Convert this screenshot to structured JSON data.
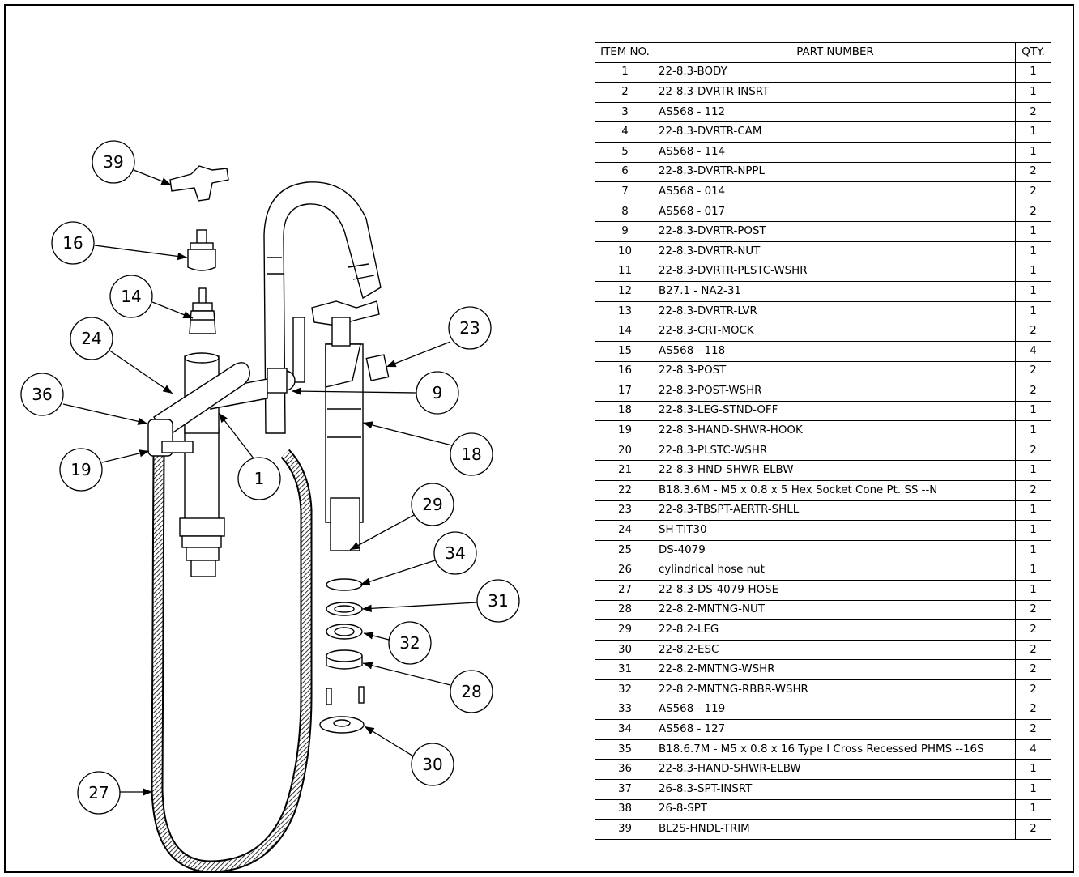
{
  "bom": {
    "headers": {
      "item": "ITEM NO.",
      "part": "PART NUMBER",
      "qty": "QTY."
    },
    "rows": [
      {
        "item": "1",
        "part": "22-8.3-BODY",
        "qty": "1"
      },
      {
        "item": "2",
        "part": "22-8.3-DVRTR-INSRT",
        "qty": "1"
      },
      {
        "item": "3",
        "part": "AS568 - 112",
        "qty": "2"
      },
      {
        "item": "4",
        "part": "22-8.3-DVRTR-CAM",
        "qty": "1"
      },
      {
        "item": "5",
        "part": "AS568 - 114",
        "qty": "1"
      },
      {
        "item": "6",
        "part": "22-8.3-DVRTR-NPPL",
        "qty": "2"
      },
      {
        "item": "7",
        "part": "AS568 - 014",
        "qty": "2"
      },
      {
        "item": "8",
        "part": "AS568 - 017",
        "qty": "2"
      },
      {
        "item": "9",
        "part": "22-8.3-DVRTR-POST",
        "qty": "1"
      },
      {
        "item": "10",
        "part": "22-8.3-DVRTR-NUT",
        "qty": "1"
      },
      {
        "item": "11",
        "part": "22-8.3-DVRTR-PLSTC-WSHR",
        "qty": "1"
      },
      {
        "item": "12",
        "part": "B27.1 - NA2-31",
        "qty": "1"
      },
      {
        "item": "13",
        "part": "22-8.3-DVRTR-LVR",
        "qty": "1"
      },
      {
        "item": "14",
        "part": "22-8.3-CRT-MOCK",
        "qty": "2"
      },
      {
        "item": "15",
        "part": "AS568 - 118",
        "qty": "4"
      },
      {
        "item": "16",
        "part": "22-8.3-POST",
        "qty": "2"
      },
      {
        "item": "17",
        "part": "22-8.3-POST-WSHR",
        "qty": "2"
      },
      {
        "item": "18",
        "part": "22-8.3-LEG-STND-OFF",
        "qty": "1"
      },
      {
        "item": "19",
        "part": "22-8.3-HAND-SHWR-HOOK",
        "qty": "1"
      },
      {
        "item": "20",
        "part": "22-8.3-PLSTC-WSHR",
        "qty": "2"
      },
      {
        "item": "21",
        "part": "22-8.3-HND-SHWR-ELBW",
        "qty": "1"
      },
      {
        "item": "22",
        "part": "B18.3.6M - M5 x 0.8 x 5 Hex Socket Cone Pt. SS --N",
        "qty": "2"
      },
      {
        "item": "23",
        "part": "22-8.3-TBSPT-AERTR-SHLL",
        "qty": "1"
      },
      {
        "item": "24",
        "part": "SH-TIT30",
        "qty": "1"
      },
      {
        "item": "25",
        "part": "DS-4079",
        "qty": "1"
      },
      {
        "item": "26",
        "part": "cylindrical hose nut",
        "qty": "1"
      },
      {
        "item": "27",
        "part": "22-8.3-DS-4079-HOSE",
        "qty": "1"
      },
      {
        "item": "28",
        "part": "22-8.2-MNTNG-NUT",
        "qty": "2"
      },
      {
        "item": "29",
        "part": "22-8.2-LEG",
        "qty": "2"
      },
      {
        "item": "30",
        "part": "22-8.2-ESC",
        "qty": "2"
      },
      {
        "item": "31",
        "part": "22-8.2-MNTNG-WSHR",
        "qty": "2"
      },
      {
        "item": "32",
        "part": "22-8.2-MNTNG-RBBR-WSHR",
        "qty": "2"
      },
      {
        "item": "33",
        "part": "AS568 - 119",
        "qty": "2"
      },
      {
        "item": "34",
        "part": "AS568 - 127",
        "qty": "2"
      },
      {
        "item": "35",
        "part": "B18.6.7M - M5 x 0.8 x 16 Type I Cross Recessed PHMS --16S",
        "qty": "4"
      },
      {
        "item": "36",
        "part": "22-8.3-HAND-SHWR-ELBW",
        "qty": "1"
      },
      {
        "item": "37",
        "part": "26-8.3-SPT-INSRT",
        "qty": "1"
      },
      {
        "item": "38",
        "part": "26-8-SPT",
        "qty": "1"
      },
      {
        "item": "39",
        "part": "BL2S-HNDL-TRIM",
        "qty": "2"
      }
    ]
  },
  "balloons": {
    "b39": "39",
    "b16": "16",
    "b14": "14",
    "b24": "24",
    "b36": "36",
    "b19": "19",
    "b1": "1",
    "b23": "23",
    "b9": "9",
    "b18": "18",
    "b29": "29",
    "b34": "34",
    "b31": "31",
    "b32": "32",
    "b28": "28",
    "b30": "30",
    "b27": "27"
  }
}
